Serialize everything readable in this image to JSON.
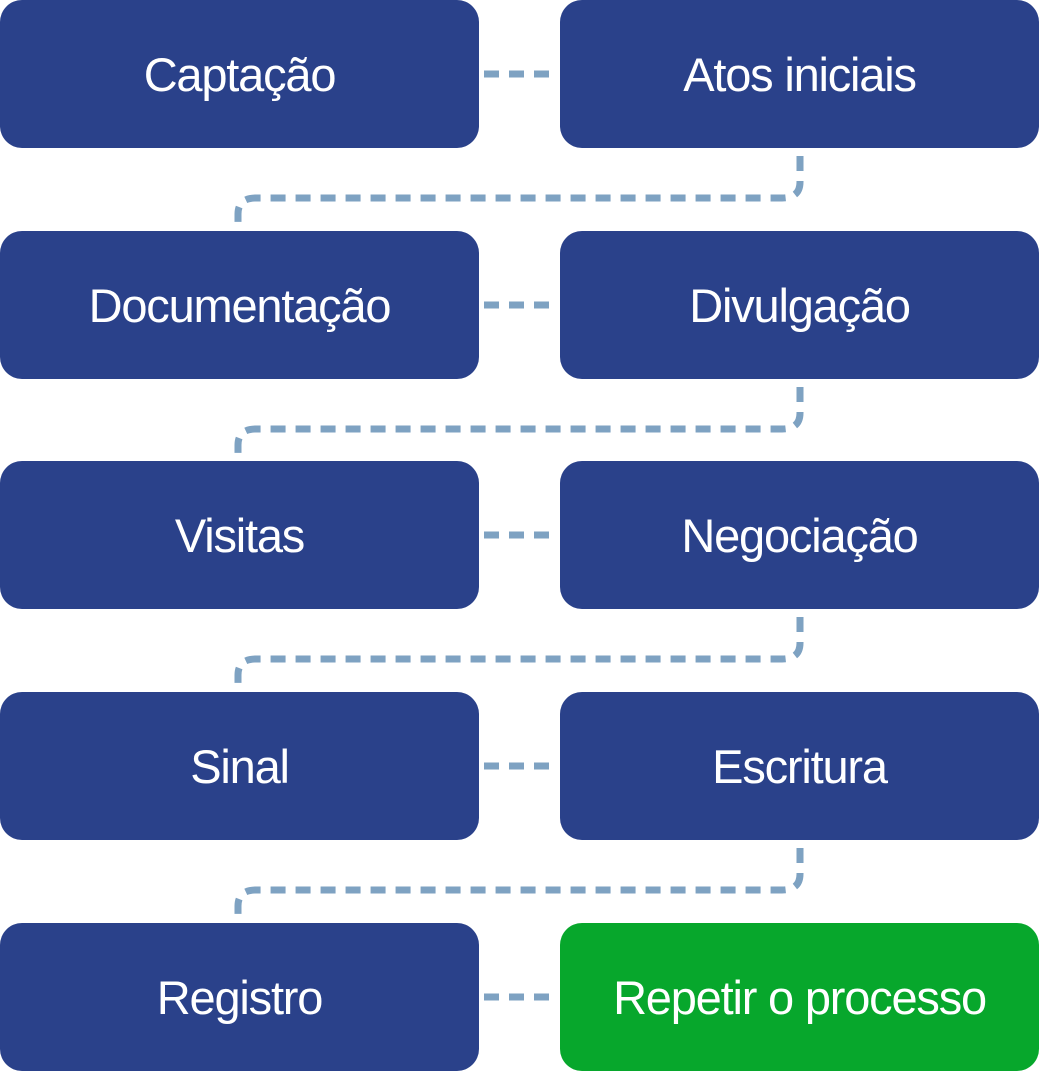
{
  "diagram": {
    "title": "",
    "colors": {
      "step": "#2a418a",
      "final_step": "#07a72c",
      "connector": "#7ea2c2",
      "text": "#ffffff"
    },
    "steps": [
      {
        "label": "Captação",
        "final": false
      },
      {
        "label": "Atos iniciais",
        "final": false
      },
      {
        "label": "Documentação",
        "final": false
      },
      {
        "label": "Divulgação",
        "final": false
      },
      {
        "label": "Visitas",
        "final": false
      },
      {
        "label": "Negociação",
        "final": false
      },
      {
        "label": "Sinal",
        "final": false
      },
      {
        "label": "Escritura",
        "final": false
      },
      {
        "label": "Registro",
        "final": false
      },
      {
        "label": "Repetir o processo",
        "final": true
      }
    ]
  }
}
